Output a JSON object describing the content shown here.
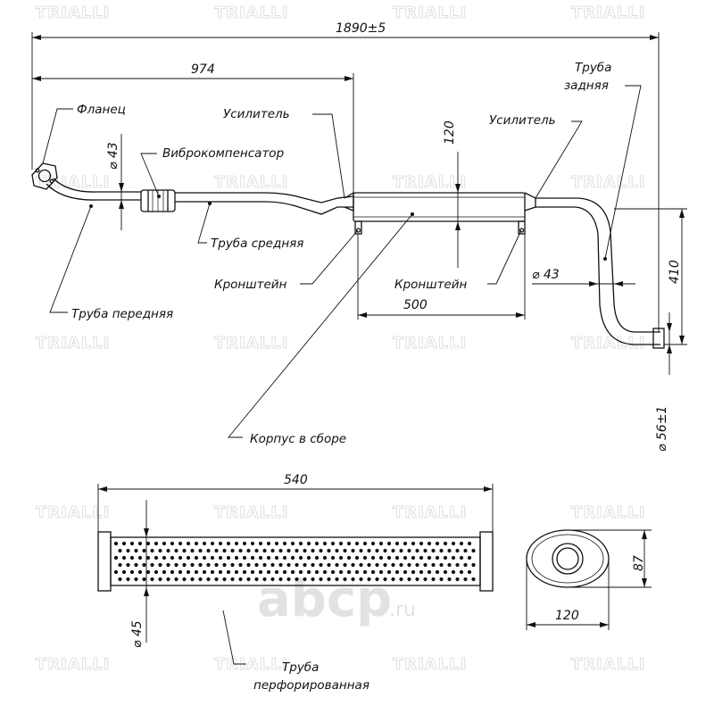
{
  "labels": {
    "flange": "Фланец",
    "vibro": "Виброкомпенсатор",
    "middle_pipe": "Труба средняя",
    "bracket_left": "Кронштейн",
    "bracket_right": "Кронштейн",
    "front_pipe": "Труба передняя",
    "reinforcer_left": "Усилитель",
    "reinforcer_right": "Усилитель",
    "rear_pipe_line1": "Труба",
    "rear_pipe_line2": "задняя",
    "body_assembly": "Корпус в сборе",
    "perforated_line1": "Труба",
    "perforated_line2": "перфорированная"
  },
  "dimensions": {
    "total_length": "1890±5",
    "front_length": "974",
    "front_diameter": "⌀ 43",
    "body_height": "120",
    "rear_diameter": "⌀ 43",
    "rear_drop": "410",
    "bracket_spacing": "500",
    "outlet_diameter": "⌀ 56±1",
    "perforated_length": "540",
    "perforated_diameter": "⌀ 45",
    "section_height": "87",
    "section_width": "120"
  },
  "watermark": {
    "brand": "TRIALLI",
    "logo_main": "abcp",
    "logo_suffix": ".ru"
  }
}
